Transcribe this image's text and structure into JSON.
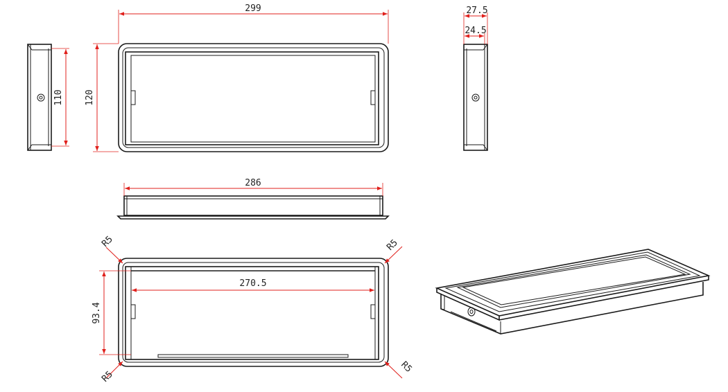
{
  "dimensions": {
    "width_overall": "299",
    "height_overall": "120",
    "side_height": "110",
    "depth_outer": "27.5",
    "depth_inner": "24.5",
    "bottom_width": "286",
    "inner_width": "270.5",
    "inner_height": "93.4",
    "corner_radius": "R5"
  },
  "colors": {
    "line": "#1a1a1a",
    "dimension": "#e0201c",
    "background": "#ffffff"
  }
}
